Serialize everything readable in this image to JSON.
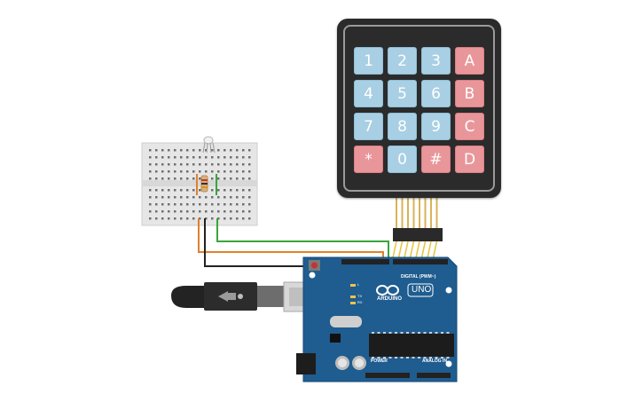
{
  "keypad": {
    "rows": [
      [
        {
          "label": "1",
          "color": "blue"
        },
        {
          "label": "2",
          "color": "blue"
        },
        {
          "label": "3",
          "color": "blue"
        },
        {
          "label": "A",
          "color": "red"
        }
      ],
      [
        {
          "label": "4",
          "color": "blue"
        },
        {
          "label": "5",
          "color": "blue"
        },
        {
          "label": "6",
          "color": "blue"
        },
        {
          "label": "B",
          "color": "red"
        }
      ],
      [
        {
          "label": "7",
          "color": "blue"
        },
        {
          "label": "8",
          "color": "blue"
        },
        {
          "label": "9",
          "color": "blue"
        },
        {
          "label": "C",
          "color": "red"
        }
      ],
      [
        {
          "label": "*",
          "color": "red"
        },
        {
          "label": "0",
          "color": "blue"
        },
        {
          "label": "#",
          "color": "red"
        },
        {
          "label": "D",
          "color": "red"
        }
      ]
    ]
  },
  "arduino": {
    "logo_text": "ARDUINO",
    "model": "UNO",
    "digital_label": "DIGITAL (PWM~)",
    "power_label": "POWER",
    "analog_label": "ANALOG IN",
    "led_labels": [
      "L",
      "TX",
      "RX"
    ]
  },
  "colors": {
    "board": "#1f5c8f",
    "wire_green": "#3aa63a",
    "wire_orange": "#e0802a",
    "wire_black": "#222222",
    "key_blue": "#a8cfe3",
    "key_red": "#e9969a"
  }
}
